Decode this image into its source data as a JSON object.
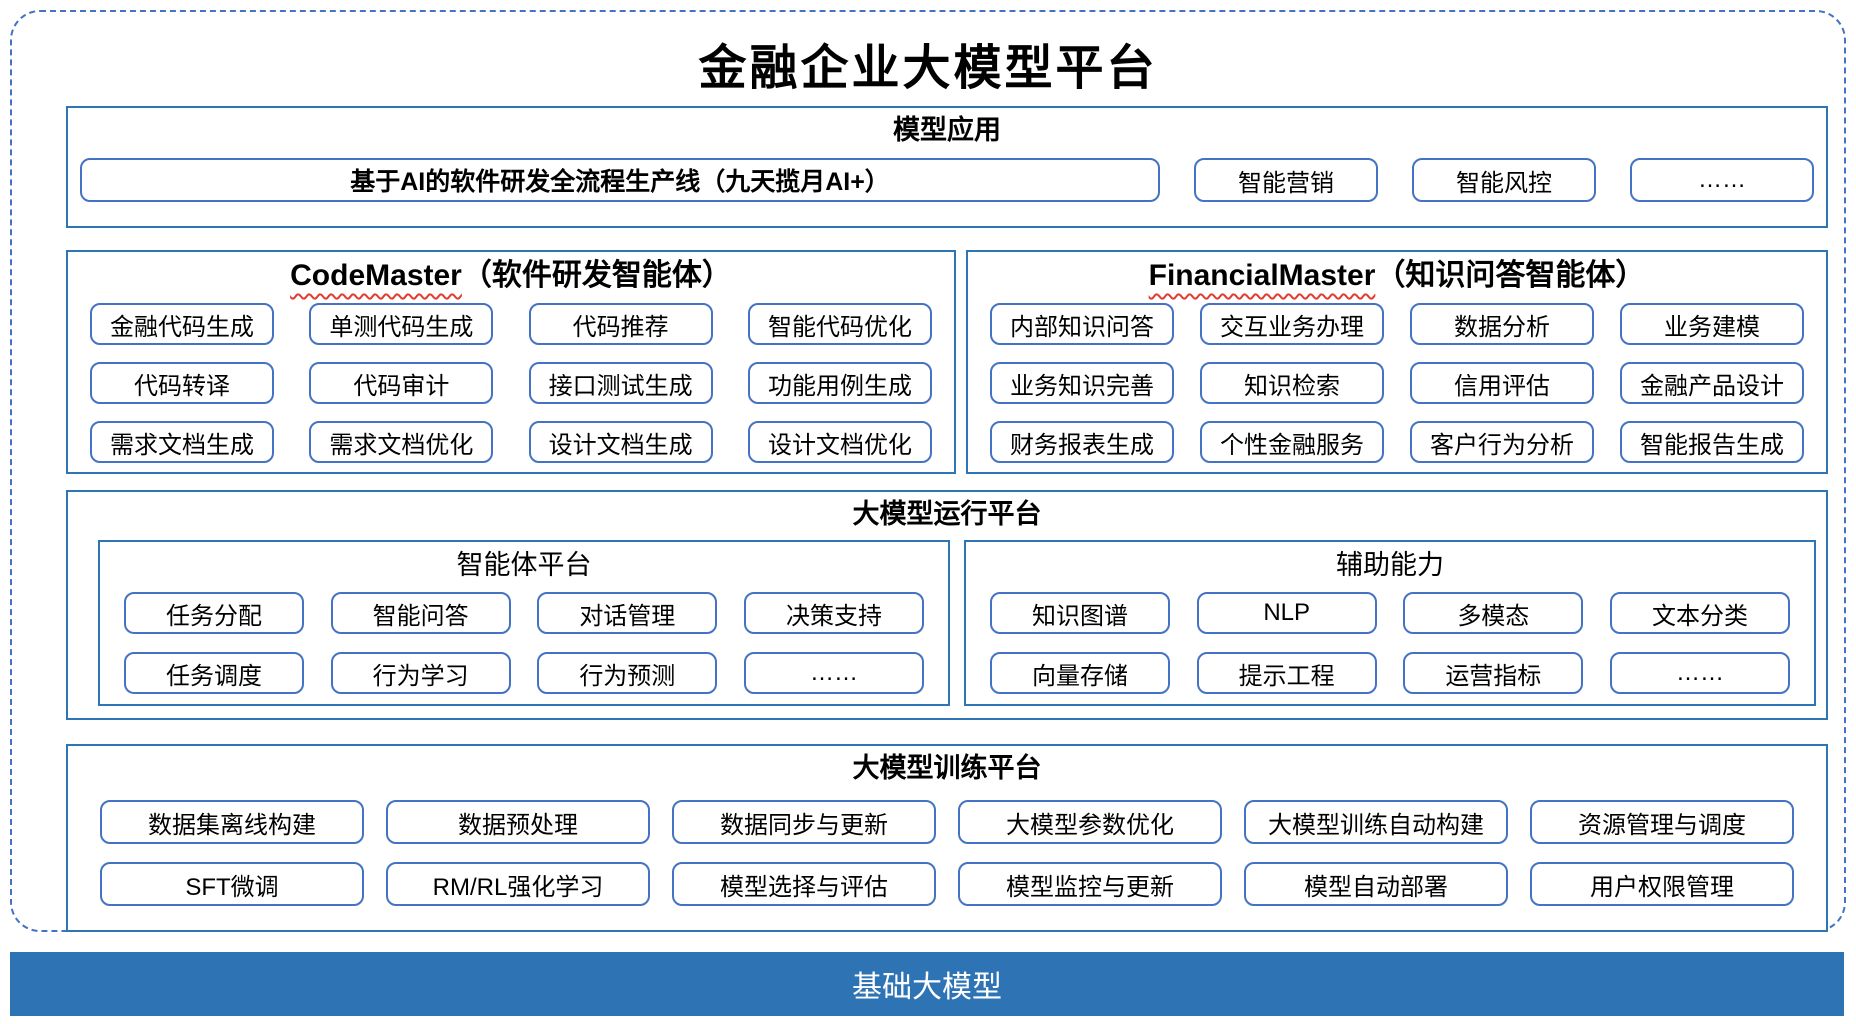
{
  "title": "金融企业大模型平台",
  "colors": {
    "panel_border": "#2E75B6",
    "box_border": "#4472C4",
    "dashed_frame": "#4472C4",
    "base_bar_bg": "#2E74B5",
    "base_bar_text": "#FFFFFF",
    "squiggle_underline": "#E03C31"
  },
  "sections": {
    "model_app": {
      "header": "模型应用",
      "main_box": "基于AI的软件研发全流程生产线（九天揽月AI+）",
      "boxes": [
        "智能营销",
        "智能风控",
        "……"
      ]
    },
    "code_master": {
      "header_en": "CodeMaster",
      "header_cn": "（软件研发智能体）",
      "boxes": [
        "金融代码生成",
        "单测代码生成",
        "代码推荐",
        "智能代码优化",
        "代码转译",
        "代码审计",
        "接口测试生成",
        "功能用例生成",
        "需求文档生成",
        "需求文档优化",
        "设计文档生成",
        "设计文档优化"
      ]
    },
    "financial_master": {
      "header_en": "FinancialMaster",
      "header_cn": "（知识问答智能体）",
      "boxes": [
        "内部知识问答",
        "交互业务办理",
        "数据分析",
        "业务建模",
        "业务知识完善",
        "知识检索",
        "信用评估",
        "金融产品设计",
        "财务报表生成",
        "个性金融服务",
        "客户行为分析",
        "智能报告生成"
      ]
    },
    "run_platform": {
      "header": "大模型运行平台",
      "agent_platform": {
        "header": "智能体平台",
        "boxes": [
          "任务分配",
          "智能问答",
          "对话管理",
          "决策支持",
          "任务调度",
          "行为学习",
          "行为预测",
          "……"
        ]
      },
      "aux_ability": {
        "header": "辅助能力",
        "boxes": [
          "知识图谱",
          "NLP",
          "多模态",
          "文本分类",
          "向量存储",
          "提示工程",
          "运营指标",
          "……"
        ]
      }
    },
    "train_platform": {
      "header": "大模型训练平台",
      "boxes": [
        "数据集离线构建",
        "数据预处理",
        "数据同步与更新",
        "大模型参数优化",
        "大模型训练自动构建",
        "资源管理与调度",
        "SFT微调",
        "RM/RL强化学习",
        "模型选择与评估",
        "模型监控与更新",
        "模型自动部署",
        "用户权限管理"
      ]
    },
    "base_model": {
      "label": "基础大模型"
    }
  }
}
